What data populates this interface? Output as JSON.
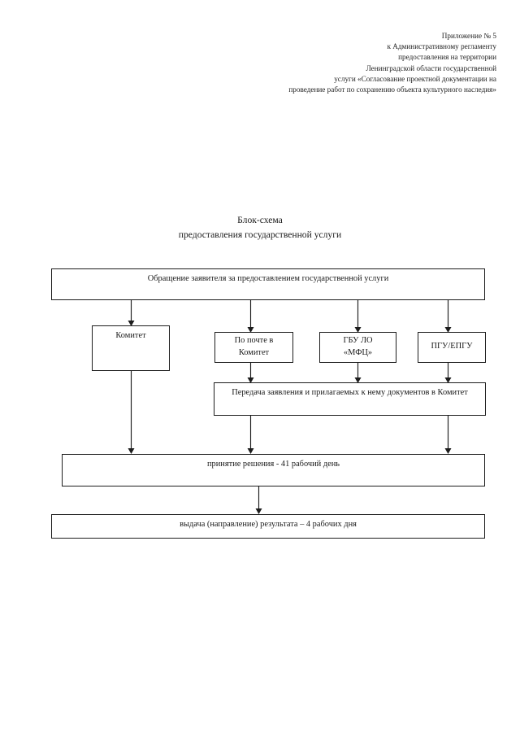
{
  "document": {
    "header_lines": [
      "Приложение № 5",
      "к Административному регламенту",
      "предоставления на территории",
      "Ленинградской области государственной",
      "услуги «Согласование проектной документации на",
      "проведение работ по сохранению объекта культурного наследия»"
    ],
    "title_line1": "Блок-схема",
    "title_line2": "предоставления государственной услуги"
  },
  "chart_data": {
    "type": "diagram",
    "title": "Блок-схема предоставления государственной услуги",
    "nodes": [
      {
        "id": "request",
        "label": "Обращение заявителя за предоставлением государственной услуги",
        "shape": "rectangle"
      },
      {
        "id": "committee",
        "label": "Комитет",
        "shape": "rectangle"
      },
      {
        "id": "mail",
        "label": "По почте в Комитет",
        "line1": "По почте в",
        "line2": "Комитет",
        "shape": "rectangle"
      },
      {
        "id": "mfc",
        "label": "ГБУ ЛО «МФЦ»",
        "line1": "ГБУ ЛО",
        "line2": "«МФЦ»",
        "shape": "rectangle"
      },
      {
        "id": "pgu",
        "label": "ПГУ/ЕПГУ",
        "shape": "rectangle"
      },
      {
        "id": "transfer",
        "label": "Передача заявления и прилагаемых к нему документов в Комитет",
        "shape": "rectangle"
      },
      {
        "id": "decision",
        "label": "принятие  решения - 41 рабочий день",
        "shape": "rectangle"
      },
      {
        "id": "result",
        "label": "выдача (направление) результата – 4 рабочих дня",
        "shape": "rectangle"
      }
    ],
    "edges": [
      {
        "from": "request",
        "to": "committee"
      },
      {
        "from": "request",
        "to": "mail"
      },
      {
        "from": "request",
        "to": "mfc"
      },
      {
        "from": "request",
        "to": "pgu"
      },
      {
        "from": "mail",
        "to": "transfer"
      },
      {
        "from": "mfc",
        "to": "transfer"
      },
      {
        "from": "pgu",
        "to": "transfer"
      },
      {
        "from": "committee",
        "to": "decision"
      },
      {
        "from": "transfer",
        "to": "decision"
      },
      {
        "from": "decision",
        "to": "result"
      }
    ],
    "edge_style": "orthogonal-arrow",
    "line_color": "#1d1d1d",
    "background": "#ffffff"
  }
}
